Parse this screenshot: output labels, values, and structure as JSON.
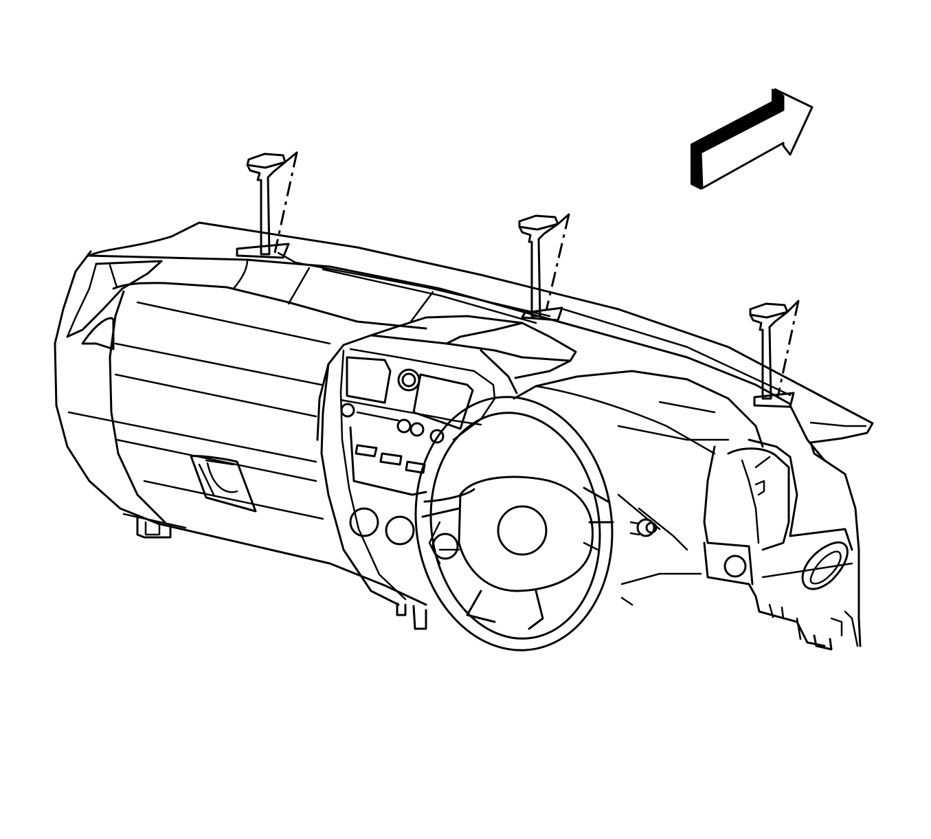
{
  "figure": {
    "type": "technical-line-illustration",
    "subject": "instrument-panel-with-defroster-grille-clips",
    "colors": {
      "line": "#000000",
      "background": "#ffffff"
    },
    "clip_count": 3,
    "direction_icon": "front-of-vehicle-arrow-icon"
  }
}
